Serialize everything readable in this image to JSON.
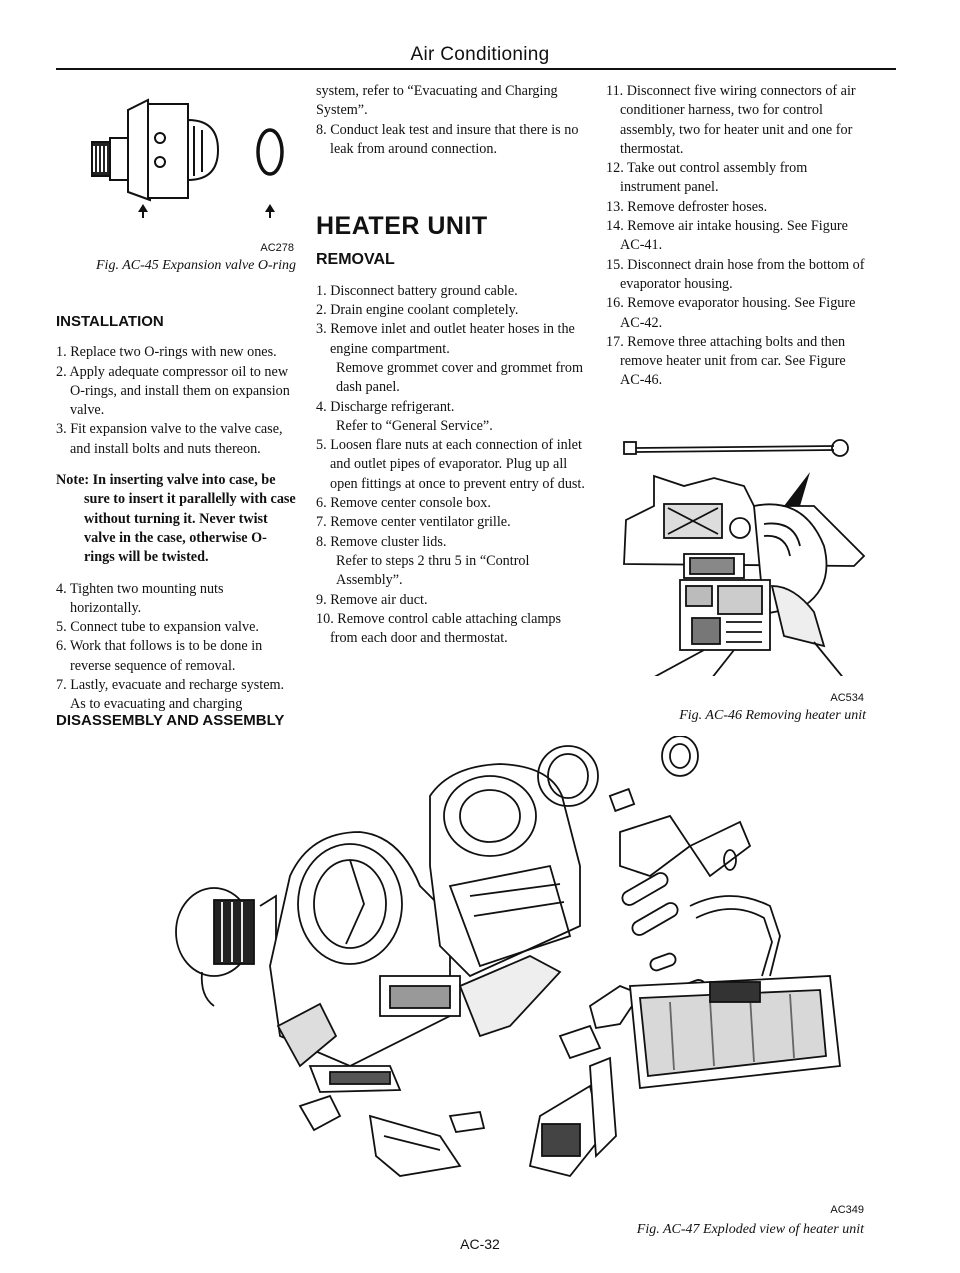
{
  "header": {
    "title": "Air Conditioning"
  },
  "left": {
    "figure45": {
      "id": "AC278",
      "caption": "Fig. AC-45 Expansion valve O-ring"
    },
    "installation_heading": "INSTALLATION",
    "steps": [
      "1. Replace two O-rings with new ones.",
      "2. Apply adequate compressor oil to new O-rings, and install them on expansion valve.",
      "3. Fit expansion valve to the valve case, and install bolts and nuts thereon."
    ],
    "note": "Note: In inserting valve into case, be sure to insert it parallelly with case without turning it. Never twist valve in the case, otherwise O-rings will be twisted.",
    "steps2": [
      "4. Tighten two mounting nuts horizontally.",
      "5. Connect tube to expansion valve.",
      "6. Work that follows is to be done in reverse sequence of removal.",
      "7. Lastly, evacuate and recharge system. As to evacuating and charging"
    ],
    "disassembly_heading": "DISASSEMBLY AND ASSEMBLY"
  },
  "middle": {
    "continuation": "system, refer to “Evacuating and Charging System”.",
    "step8": "8. Conduct leak test and insure that there is no leak from around connection.",
    "heater_heading": "HEATER UNIT",
    "removal_heading": "REMOVAL",
    "steps": [
      "1. Disconnect battery ground cable.",
      "2. Drain engine coolant completely.",
      "3. Remove inlet and outlet heater hoses in the engine compartment."
    ],
    "sub3": "Remove grommet cover and grommet from dash panel.",
    "step4": "4. Discharge refrigerant.",
    "sub4": "Refer to “General Service”.",
    "steps2": [
      "5. Loosen flare nuts at each connection of inlet and outlet pipes of evaporator. Plug up all open fittings at once to prevent entry of dust.",
      "6. Remove center console box.",
      "7. Remove center ventilator grille.",
      "8. Remove cluster lids."
    ],
    "sub8": "Refer to steps 2 thru 5 in “Control Assembly”.",
    "steps3": [
      "9. Remove air duct.",
      "10. Remove control cable attaching clamps from each door and thermostat."
    ]
  },
  "right": {
    "steps": [
      "11. Disconnect five wiring connectors of air conditioner harness, two for control assembly, two for heater unit and one for thermostat.",
      "12. Take out control assembly from instrument panel.",
      "13. Remove defroster hoses.",
      "14. Remove air intake housing. See Figure AC-41.",
      "15. Disconnect drain hose from the bottom of evaporator housing.",
      "16. Remove evaporator housing. See Figure AC-42.",
      "17. Remove three attaching bolts and then remove heater unit from car. See Figure AC-46."
    ],
    "figure46": {
      "id": "AC534",
      "caption": "Fig. AC-46 Removing heater unit"
    }
  },
  "figure47": {
    "id": "AC349",
    "caption": "Fig. AC-47 Exploded view of heater unit"
  },
  "footer": {
    "page": "AC-32"
  }
}
